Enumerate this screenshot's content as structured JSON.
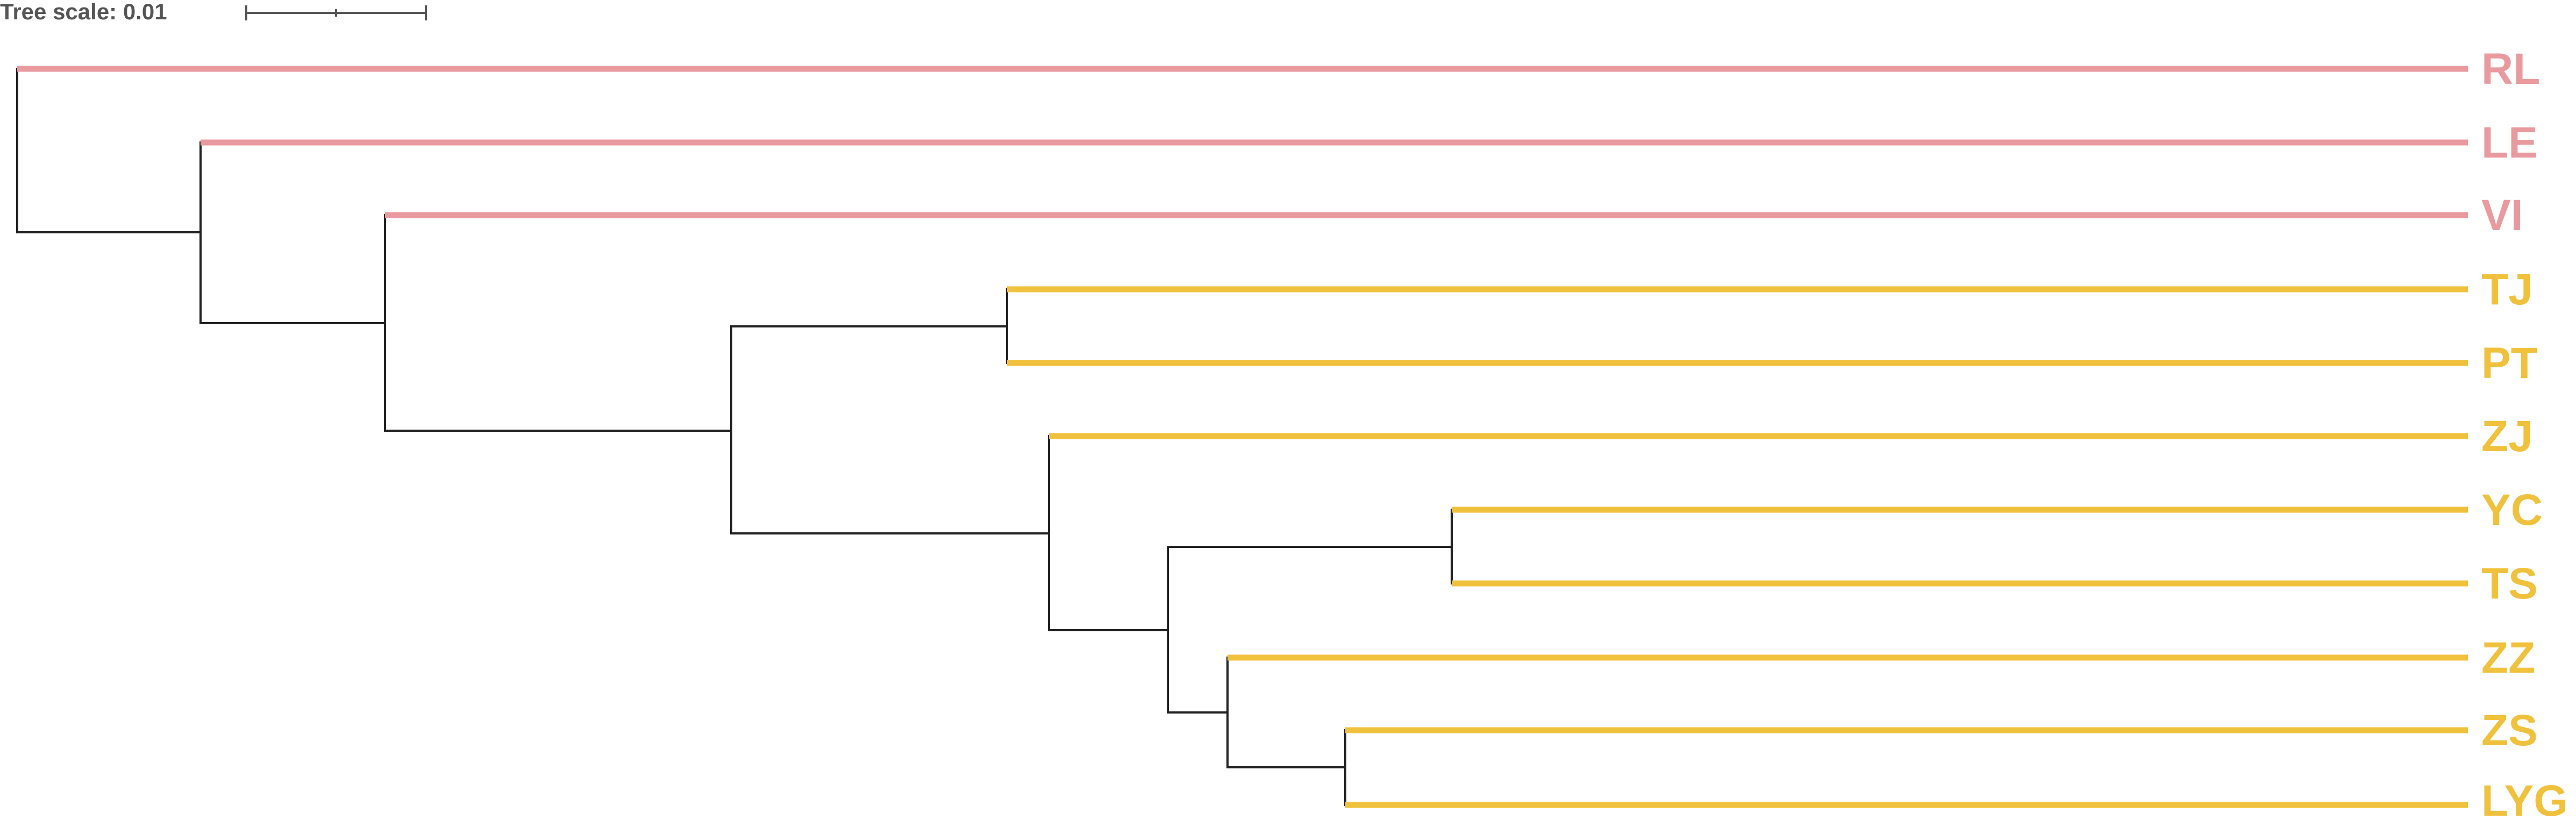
{
  "tree_scale": {
    "label": "Tree scale: 0.01",
    "color": "#555555"
  },
  "colors": {
    "group_pink": "#E99A9F",
    "group_yellow": "#F0C13C",
    "internal_branch": "#222222"
  },
  "tree": {
    "topology": "(RL,(LE,(VI,((TJ,PT),(ZJ,((YC,TS),(ZZ,(ZS,LYG))))))))",
    "leaves": [
      {
        "label": "RL",
        "group": "pink"
      },
      {
        "label": "LE",
        "group": "pink"
      },
      {
        "label": "VI",
        "group": "pink"
      },
      {
        "label": "TJ",
        "group": "yellow"
      },
      {
        "label": "PT",
        "group": "yellow"
      },
      {
        "label": "ZJ",
        "group": "yellow"
      },
      {
        "label": "YC",
        "group": "yellow"
      },
      {
        "label": "TS",
        "group": "yellow"
      },
      {
        "label": "ZZ",
        "group": "yellow"
      },
      {
        "label": "ZS",
        "group": "yellow"
      },
      {
        "label": "LYG",
        "group": "yellow"
      }
    ]
  }
}
